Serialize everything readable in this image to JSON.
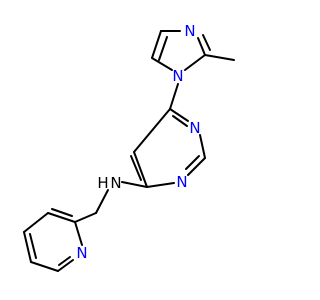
{
  "colors": {
    "bond": "#000000",
    "nitrogen": "#0000FF",
    "nh": "#000000",
    "background": "#FFFFFF"
  },
  "atoms": {
    "n_imid_top": "N",
    "n_imid_bottom": "N",
    "n_pyrim_top": "N",
    "n_pyrim_bottom": "N",
    "n_amine": "N",
    "h_amine": "H",
    "n_pyridine": "N"
  }
}
